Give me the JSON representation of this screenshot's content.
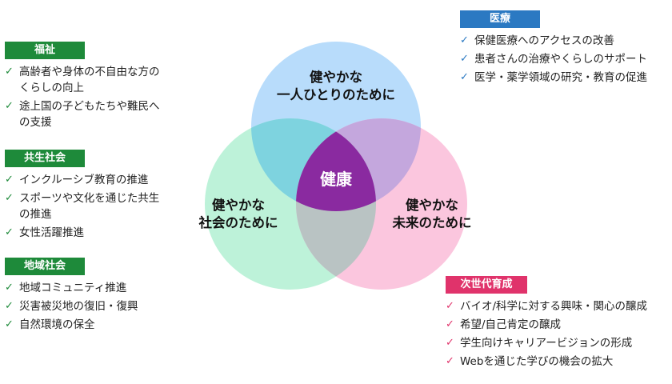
{
  "venn": {
    "top": {
      "line1": "健やかな",
      "line2": "一人ひとりのために"
    },
    "left": {
      "line1": "健やかな",
      "line2": "社会のために"
    },
    "right": {
      "line1": "健やかな",
      "line2": "未来のために"
    },
    "center": "健康",
    "colors": {
      "top": "#b8dcfb",
      "left": "#bdf2d9",
      "right": "#fbc6de",
      "center": "#8a2aa0"
    }
  },
  "welfare": {
    "title": "福祉",
    "items": [
      {
        "line1": "高齢者や身体の不自由な方の",
        "line2": "くらしの向上"
      },
      {
        "line1": "途上国の子どもたちや難民へ",
        "line2": "の支援"
      }
    ]
  },
  "coexistence": {
    "title": "共生社会",
    "items": [
      {
        "line1": "インクルーシブ教育の推進",
        "line2": ""
      },
      {
        "line1": "スポーツや文化を通じた共生",
        "line2": "の推進"
      },
      {
        "line1": "女性活躍推進",
        "line2": ""
      }
    ]
  },
  "community": {
    "title": "地域社会",
    "items": [
      "地域コミュニティ推進",
      "災害被災地の復旧・復興",
      "自然環境の保全"
    ]
  },
  "medical": {
    "title": "医療",
    "items": [
      "保健医療へのアクセスの改善",
      "患者さんの治療やくらしのサポート",
      "医学・薬学領域の研究・教育の促進"
    ]
  },
  "next_gen": {
    "title": "次世代育成",
    "items": [
      "バイオ/科学に対する興味・関心の醸成",
      "希望/自己肯定の醸成",
      "学生向けキャリアービジョンの形成",
      "Webを通じた学びの機会の拡大"
    ]
  },
  "check_glyph": "✓"
}
